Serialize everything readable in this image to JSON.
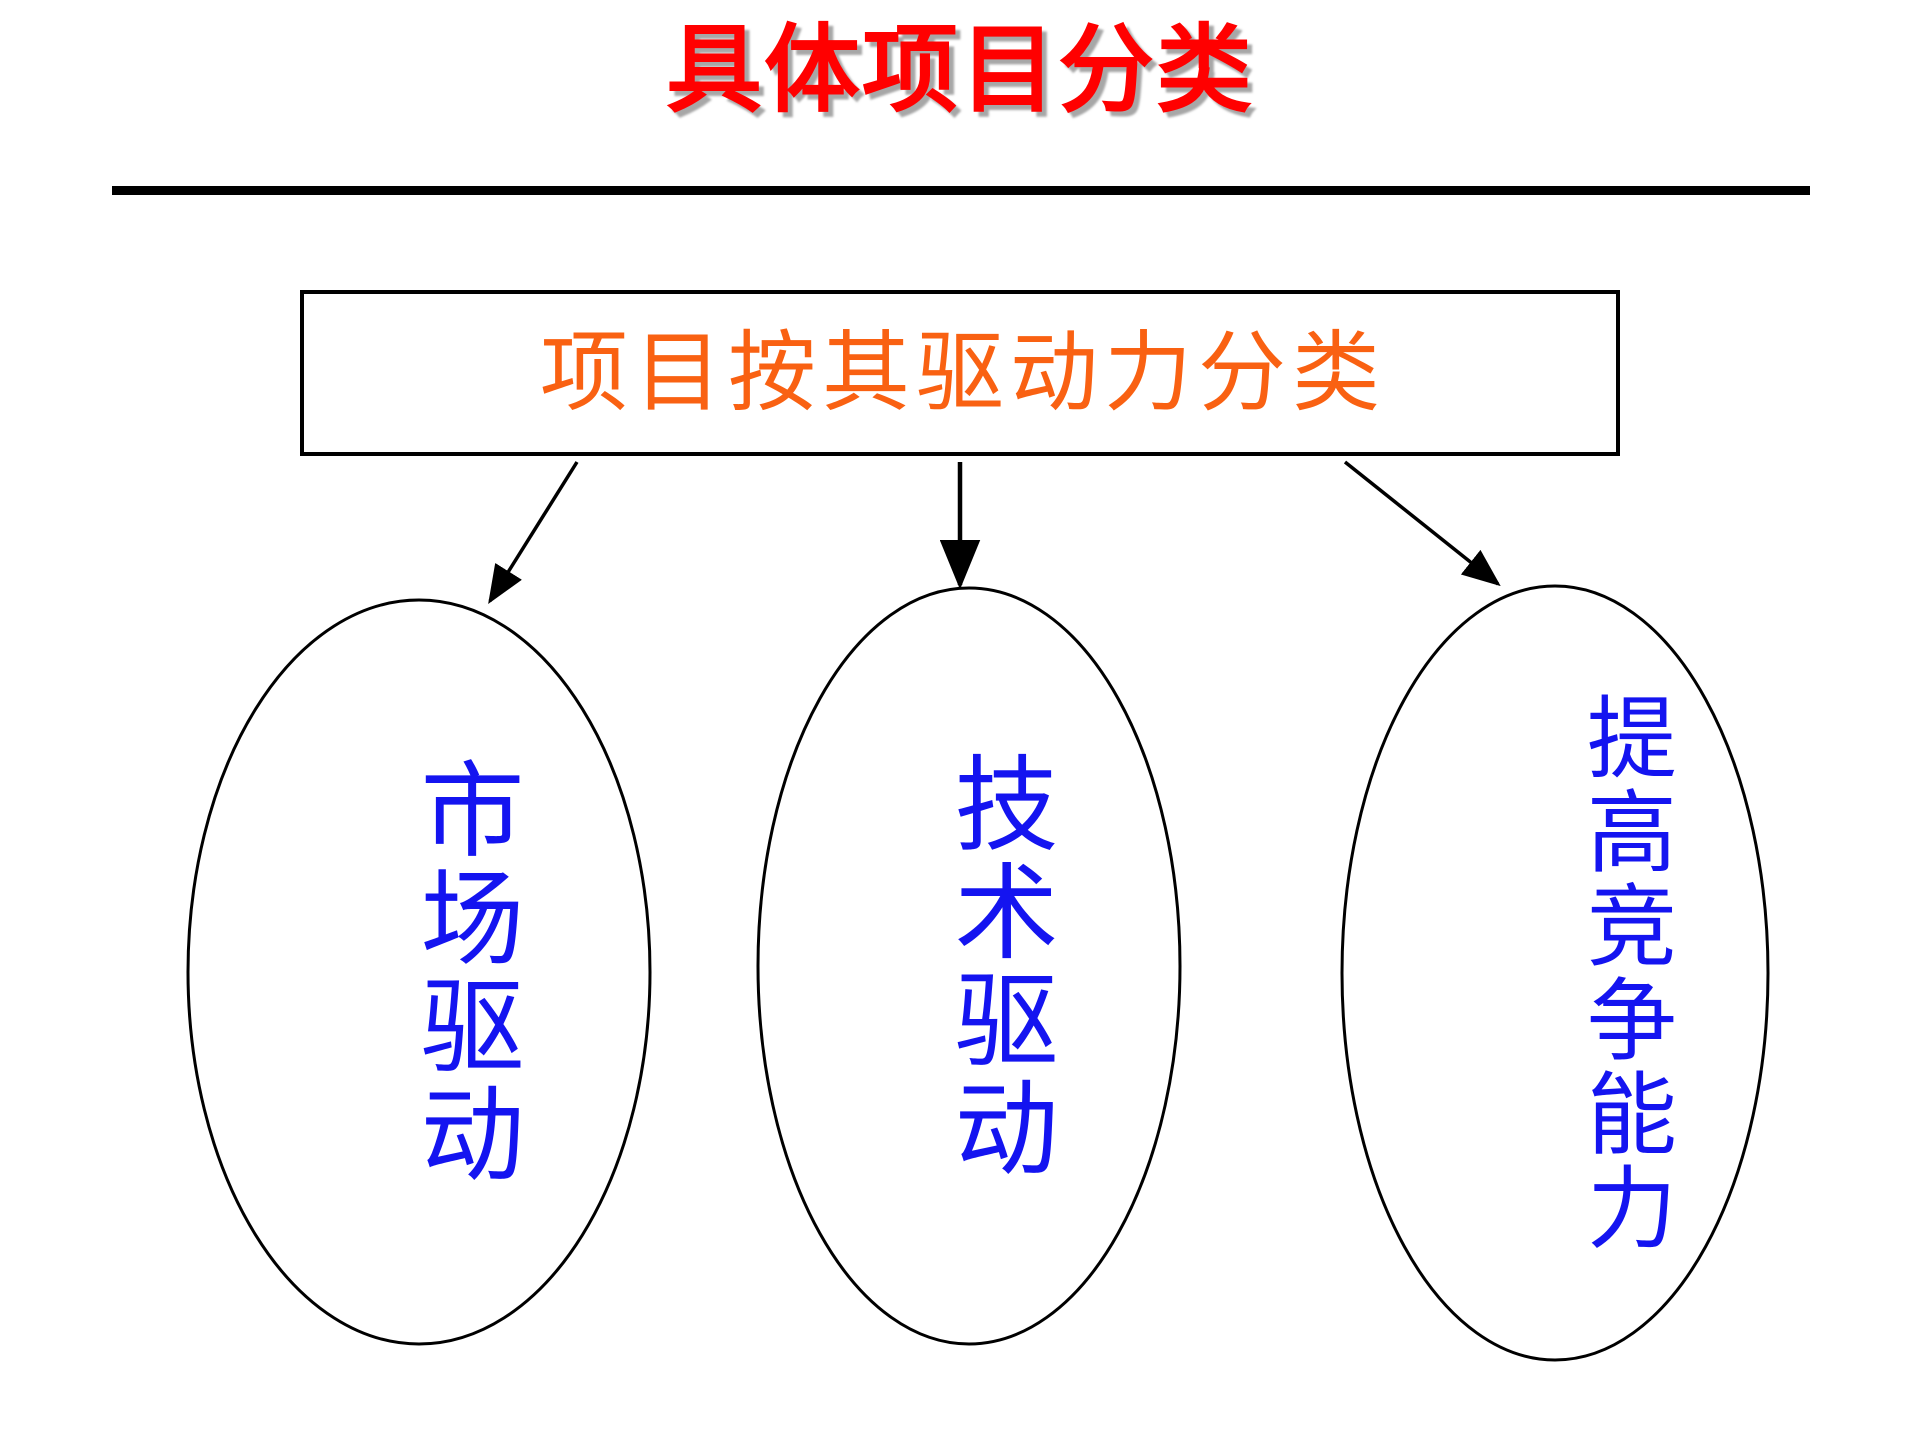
{
  "slide": {
    "title": "具体项目分类",
    "title_color": "#ff0000",
    "rule_color": "#000000",
    "background": "#ffffff"
  },
  "diagram": {
    "root": {
      "label": "项目按其驱动力分类",
      "text_color": "#f96112",
      "border_color": "#000000",
      "shape": "rectangle"
    },
    "branches": [
      {
        "id": "market-driven",
        "label": "市场驱动",
        "text_color": "#1414f0",
        "shape": "ellipse",
        "orientation": "vertical"
      },
      {
        "id": "technology-driven",
        "label": "技术驱动",
        "text_color": "#1414f0",
        "shape": "ellipse",
        "orientation": "vertical"
      },
      {
        "id": "competitiveness",
        "label": "提高竞争能力",
        "text_color": "#1414f0",
        "shape": "ellipse",
        "orientation": "vertical"
      }
    ],
    "connectors": [
      {
        "id": "root-to-market",
        "style": "arrow",
        "direction": "down-left"
      },
      {
        "id": "root-to-tech",
        "style": "arrow",
        "direction": "down"
      },
      {
        "id": "root-to-compete",
        "style": "arrow",
        "direction": "down-right"
      }
    ]
  }
}
